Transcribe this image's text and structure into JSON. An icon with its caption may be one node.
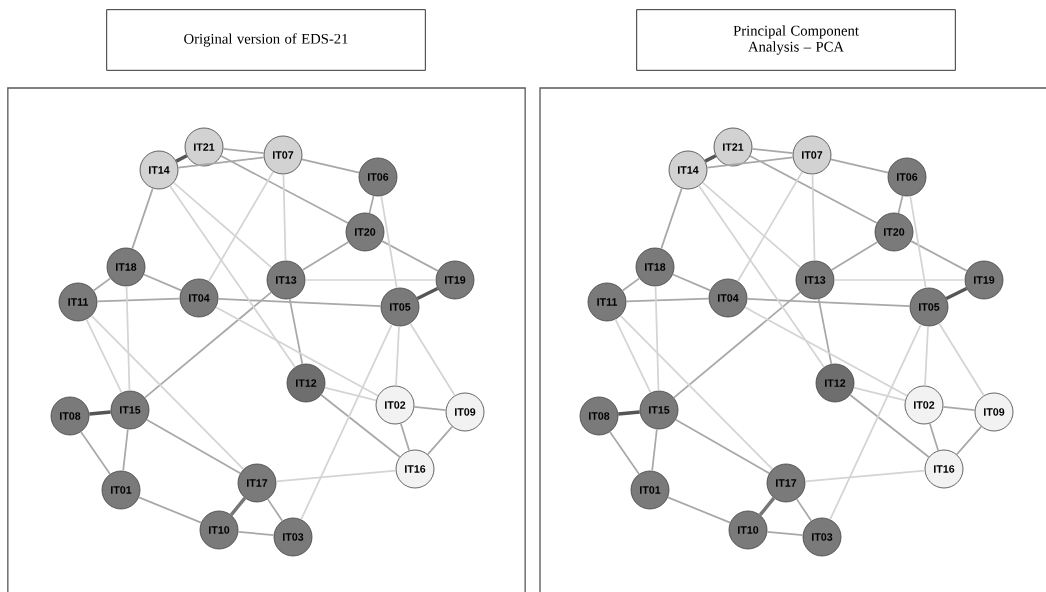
{
  "diagram": {
    "nodes": [
      {
        "text": [
          "Original version of EDS-21"
        ]
      },
      {
        "text": [
          "Principal Component Analysis – PCA"
        ]
      },
      {
        "text": [],
        "shape": "box"
      },
      {
        "text": [],
        "shape": "box"
      },
      {
        "text": [
          "IT21"
        ],
        "in": 2
      },
      {
        "text": [
          "IT14"
        ],
        "in": 2
      },
      {
        "text": [
          "IT07"
        ],
        "in": 2
      },
      {
        "text": [
          "IT06"
        ],
        "in": 2
      },
      {
        "text": [
          "IT20"
        ],
        "in": 2
      },
      {
        "text": [
          "IT18"
        ],
        "in": 2
      },
      {
        "text": [
          "IT13"
        ],
        "in": 2
      },
      {
        "text": [
          "IT19"
        ],
        "in": 2
      },
      {
        "text": [
          "IT11"
        ],
        "in": 2
      },
      {
        "text": [
          "IT04"
        ],
        "in": 2
      },
      {
        "text": [
          "IT05"
        ],
        "in": 2
      },
      {
        "text": [
          "IT12"
        ],
        "in": 2
      },
      {
        "text": [
          "IT15"
        ],
        "in": 2
      },
      {
        "text": [
          "IT02"
        ],
        "in": 2
      },
      {
        "text": [
          "IT09"
        ],
        "in": 2
      },
      {
        "text": [
          "IT08"
        ],
        "in": 2
      },
      {
        "text": [
          "IT16"
        ],
        "in": 2
      },
      {
        "text": [
          "IT17"
        ],
        "in": 2
      },
      {
        "text": [
          "IT01"
        ],
        "in": 2
      },
      {
        "text": [
          "IT10"
        ],
        "in": 2
      },
      {
        "text": [
          "IT03"
        ],
        "in": 2
      },
      {
        "text": [
          "IT21"
        ],
        "in": 3
      },
      {
        "text": [
          "IT14"
        ],
        "in": 3
      },
      {
        "text": [
          "IT07"
        ],
        "in": 3
      },
      {
        "text": [
          "IT06"
        ],
        "in": 3
      },
      {
        "text": [
          "IT20"
        ],
        "in": 3
      },
      {
        "text": [
          "IT18"
        ],
        "in": 3
      },
      {
        "text": [
          "IT13"
        ],
        "in": 3
      },
      {
        "text": [
          "IT19"
        ],
        "in": 3
      },
      {
        "text": [
          "IT11"
        ],
        "in": 3
      },
      {
        "text": [
          "IT04"
        ],
        "in": 3
      },
      {
        "text": [
          "IT05"
        ],
        "in": 3
      },
      {
        "text": [
          "IT12"
        ],
        "in": 3
      },
      {
        "text": [
          "IT15"
        ],
        "in": 3
      },
      {
        "text": [
          "IT02"
        ],
        "in": 3
      },
      {
        "text": [
          "IT09"
        ],
        "in": 3
      },
      {
        "text": [
          "IT08"
        ],
        "in": 3
      },
      {
        "text": [
          "IT16"
        ],
        "in": 3
      },
      {
        "text": [
          "IT17"
        ],
        "in": 3
      },
      {
        "text": [
          "IT01"
        ],
        "in": 3
      },
      {
        "text": [
          "IT10"
        ],
        "in": 3
      },
      {
        "text": [
          "IT03"
        ],
        "in": 3
      }
    ],
    "edges": [
      {
        "from": 5,
        "to": 4,
        "arrow": "none",
        "style": "thick",
        "color": "#555555"
      },
      {
        "from": 11,
        "to": 14,
        "arrow": "none",
        "style": "thick",
        "color": "#555555"
      },
      {
        "from": 19,
        "to": 16,
        "arrow": "none",
        "style": "thick",
        "color": "#555555"
      },
      {
        "from": 21,
        "to": 23,
        "arrow": "none",
        "style": "thick",
        "color": "#777777"
      },
      {
        "from": 4,
        "to": 6,
        "arrow": "none"
      },
      {
        "from": 5,
        "to": 6,
        "arrow": "none"
      },
      {
        "from": 6,
        "to": 7,
        "arrow": "none"
      },
      {
        "from": 7,
        "to": 8,
        "arrow": "none"
      },
      {
        "from": 8,
        "to": 10,
        "arrow": "none"
      },
      {
        "from": 8,
        "to": 11,
        "arrow": "none"
      },
      {
        "from": 9,
        "to": 12,
        "arrow": "none"
      },
      {
        "from": 9,
        "to": 13,
        "arrow": "none"
      },
      {
        "from": 12,
        "to": 13,
        "arrow": "none"
      },
      {
        "from": 13,
        "to": 14,
        "arrow": "none"
      },
      {
        "from": 10,
        "to": 15,
        "arrow": "none"
      },
      {
        "from": 15,
        "to": 20,
        "arrow": "none"
      },
      {
        "from": 17,
        "to": 18,
        "arrow": "none"
      },
      {
        "from": 17,
        "to": 20,
        "arrow": "none"
      },
      {
        "from": 18,
        "to": 20,
        "arrow": "none"
      },
      {
        "from": 16,
        "to": 22,
        "arrow": "none"
      },
      {
        "from": 19,
        "to": 22,
        "arrow": "none"
      },
      {
        "from": 21,
        "to": 24,
        "arrow": "none"
      },
      {
        "from": 23,
        "to": 24,
        "arrow": "none"
      },
      {
        "from": 16,
        "to": 21,
        "arrow": "none"
      },
      {
        "from": 22,
        "to": 23,
        "arrow": "none"
      },
      {
        "from": 5,
        "to": 9,
        "arrow": "none"
      },
      {
        "from": 4,
        "to": 8,
        "arrow": "none"
      },
      {
        "from": 16,
        "to": 10,
        "arrow": "none"
      },
      {
        "from": 15,
        "to": 17,
        "arrow": "none",
        "color": "#d4d4d4"
      },
      {
        "from": 13,
        "to": 17,
        "arrow": "none",
        "color": "#d4d4d4"
      },
      {
        "from": 21,
        "to": 20,
        "arrow": "none",
        "color": "#d4d4d4"
      },
      {
        "from": 12,
        "to": 21,
        "arrow": "none",
        "color": "#d4d4d4"
      },
      {
        "from": 10,
        "to": 11,
        "arrow": "none",
        "color": "#d4d4d4"
      },
      {
        "from": 5,
        "to": 10,
        "arrow": "none",
        "color": "#d4d4d4"
      },
      {
        "from": 5,
        "to": 15,
        "arrow": "none",
        "color": "#d4d4d4"
      },
      {
        "from": 6,
        "to": 10,
        "arrow": "none",
        "color": "#d4d4d4"
      },
      {
        "from": 7,
        "to": 14,
        "arrow": "none",
        "color": "#d4d4d4"
      },
      {
        "from": 14,
        "to": 17,
        "arrow": "none",
        "color": "#d4d4d4"
      },
      {
        "from": 14,
        "to": 18,
        "arrow": "none",
        "color": "#d4d4d4"
      },
      {
        "from": 12,
        "to": 16,
        "arrow": "none",
        "color": "#d4d4d4"
      },
      {
        "from": 9,
        "to": 16,
        "arrow": "none",
        "color": "#d4d4d4"
      },
      {
        "from": 14,
        "to": 24,
        "arrow": "none",
        "color": "#d4d4d4"
      },
      {
        "from": 6,
        "to": 13,
        "arrow": "none",
        "color": "#d4d4d4"
      },
      {
        "from": 26,
        "to": 25,
        "arrow": "none",
        "style": "thick",
        "color": "#555555"
      },
      {
        "from": 32,
        "to": 35,
        "arrow": "none",
        "style": "thick",
        "color": "#555555"
      },
      {
        "from": 40,
        "to": 37,
        "arrow": "none",
        "style": "thick",
        "color": "#555555"
      },
      {
        "from": 42,
        "to": 44,
        "arrow": "none",
        "style": "thick",
        "color": "#777777"
      },
      {
        "from": 25,
        "to": 27,
        "arrow": "none"
      },
      {
        "from": 26,
        "to": 27,
        "arrow": "none"
      },
      {
        "from": 27,
        "to": 28,
        "arrow": "none"
      },
      {
        "from": 28,
        "to": 29,
        "arrow": "none"
      },
      {
        "from": 29,
        "to": 31,
        "arrow": "none"
      },
      {
        "from": 29,
        "to": 32,
        "arrow": "none"
      },
      {
        "from": 30,
        "to": 33,
        "arrow": "none"
      },
      {
        "from": 30,
        "to": 34,
        "arrow": "none"
      },
      {
        "from": 33,
        "to": 34,
        "arrow": "none"
      },
      {
        "from": 34,
        "to": 35,
        "arrow": "none"
      },
      {
        "from": 31,
        "to": 36,
        "arrow": "none"
      },
      {
        "from": 36,
        "to": 41,
        "arrow": "none"
      },
      {
        "from": 38,
        "to": 39,
        "arrow": "none"
      },
      {
        "from": 38,
        "to": 41,
        "arrow": "none"
      },
      {
        "from": 39,
        "to": 41,
        "arrow": "none"
      },
      {
        "from": 37,
        "to": 43,
        "arrow": "none"
      },
      {
        "from": 40,
        "to": 43,
        "arrow": "none"
      },
      {
        "from": 42,
        "to": 45,
        "arrow": "none"
      },
      {
        "from": 44,
        "to": 45,
        "arrow": "none"
      },
      {
        "from": 37,
        "to": 42,
        "arrow": "none"
      },
      {
        "from": 43,
        "to": 44,
        "arrow": "none"
      },
      {
        "from": 26,
        "to": 30,
        "arrow": "none"
      },
      {
        "from": 25,
        "to": 29,
        "arrow": "none"
      },
      {
        "from": 37,
        "to": 31,
        "arrow": "none"
      },
      {
        "from": 36,
        "to": 38,
        "arrow": "none",
        "color": "#d4d4d4"
      },
      {
        "from": 34,
        "to": 38,
        "arrow": "none",
        "color": "#d4d4d4"
      },
      {
        "from": 42,
        "to": 41,
        "arrow": "none",
        "color": "#d4d4d4"
      },
      {
        "from": 33,
        "to": 42,
        "arrow": "none",
        "color": "#d4d4d4"
      },
      {
        "from": 31,
        "to": 32,
        "arrow": "none",
        "color": "#d4d4d4"
      },
      {
        "from": 26,
        "to": 31,
        "arrow": "none",
        "color": "#d4d4d4"
      },
      {
        "from": 26,
        "to": 36,
        "arrow": "none",
        "color": "#d4d4d4"
      },
      {
        "from": 27,
        "to": 31,
        "arrow": "none",
        "color": "#d4d4d4"
      },
      {
        "from": 28,
        "to": 35,
        "arrow": "none",
        "color": "#d4d4d4"
      },
      {
        "from": 35,
        "to": 38,
        "arrow": "none",
        "color": "#d4d4d4"
      },
      {
        "from": 35,
        "to": 39,
        "arrow": "none",
        "color": "#d4d4d4"
      },
      {
        "from": 33,
        "to": 37,
        "arrow": "none",
        "color": "#d4d4d4"
      },
      {
        "from": 30,
        "to": 37,
        "arrow": "none",
        "color": "#d4d4d4"
      },
      {
        "from": 35,
        "to": 45,
        "arrow": "none",
        "color": "#d4d4d4"
      },
      {
        "from": 27,
        "to": 34,
        "arrow": "none",
        "color": "#d4d4d4"
      }
    ]
  }
}
